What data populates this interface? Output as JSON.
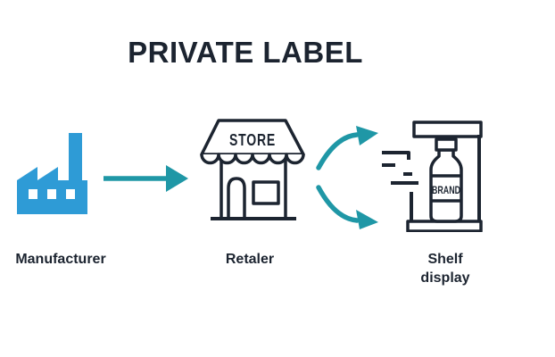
{
  "title": "PRIVATE LABEL",
  "colors": {
    "navy": "#1C2430",
    "blue": "#2E9BD6",
    "teal": "#1F97A6",
    "background": "#FFFFFF"
  },
  "nodes": [
    {
      "id": "manufacturer",
      "label": "Manufacturer",
      "icon": "factory-icon"
    },
    {
      "id": "retailer",
      "label": "Retaler",
      "icon": "store-icon",
      "sign_text": "STORE"
    },
    {
      "id": "shelf_display",
      "label": "Shelf display",
      "icon": "shelf-bottle-icon",
      "bottle_text": "BRAND"
    }
  ],
  "connectors": [
    {
      "from": "manufacturer",
      "to": "retailer",
      "type": "straight-arrow"
    },
    {
      "from": "retailer",
      "to": "shelf_display",
      "type": "curved-arrow-up"
    },
    {
      "from": "retailer",
      "to": "shelf_display",
      "type": "curved-arrow-down"
    }
  ]
}
